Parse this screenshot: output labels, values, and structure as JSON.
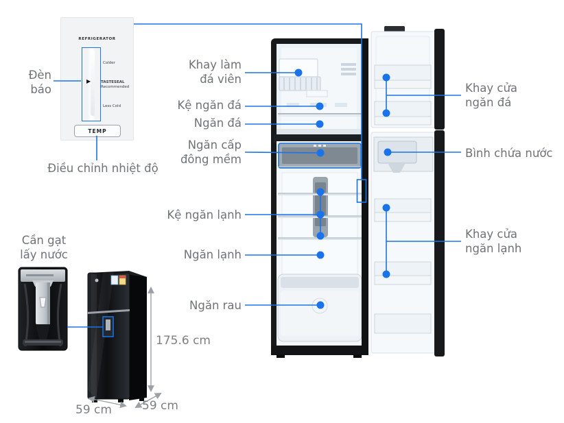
{
  "accent_color": "#1a73e8",
  "label_color": "#6f7377",
  "control_panel": {
    "title": "REFRIGERATOR",
    "colder": "Colder",
    "tasteseal": "TASTESEAL",
    "recommended": "Recommended",
    "less_cold": "Less Cold",
    "temp_button": "TEMP"
  },
  "callouts": {
    "indicator_light": {
      "line1": "Đèn",
      "line2": "báo"
    },
    "temp_adjust": "Điều chỉnh nhiệt độ",
    "ice_tray": {
      "line1": "Khay làm",
      "line2": "đá viên"
    },
    "freezer_shelf": "Kệ ngăn đá",
    "freezer_compartment": "Ngăn đá",
    "soft_freeze": {
      "line1": "Ngăn cấp",
      "line2": "đông mềm"
    },
    "fridge_shelf": "Kệ ngăn lạnh",
    "fridge_compartment": "Ngăn lạnh",
    "crisper": "Ngăn rau",
    "freezer_door_tray": {
      "line1": "Khay cửa",
      "line2": "ngăn đá"
    },
    "water_tank": "Bình chứa nước",
    "fridge_door_tray": {
      "line1": "Khay cửa",
      "line2": "ngăn lạnh"
    },
    "water_lever": {
      "line1": "Cần gạt",
      "line2": "lấy nước"
    }
  },
  "dimensions": {
    "height": "175.6 cm",
    "width": "59 cm",
    "depth": "59 cm"
  }
}
